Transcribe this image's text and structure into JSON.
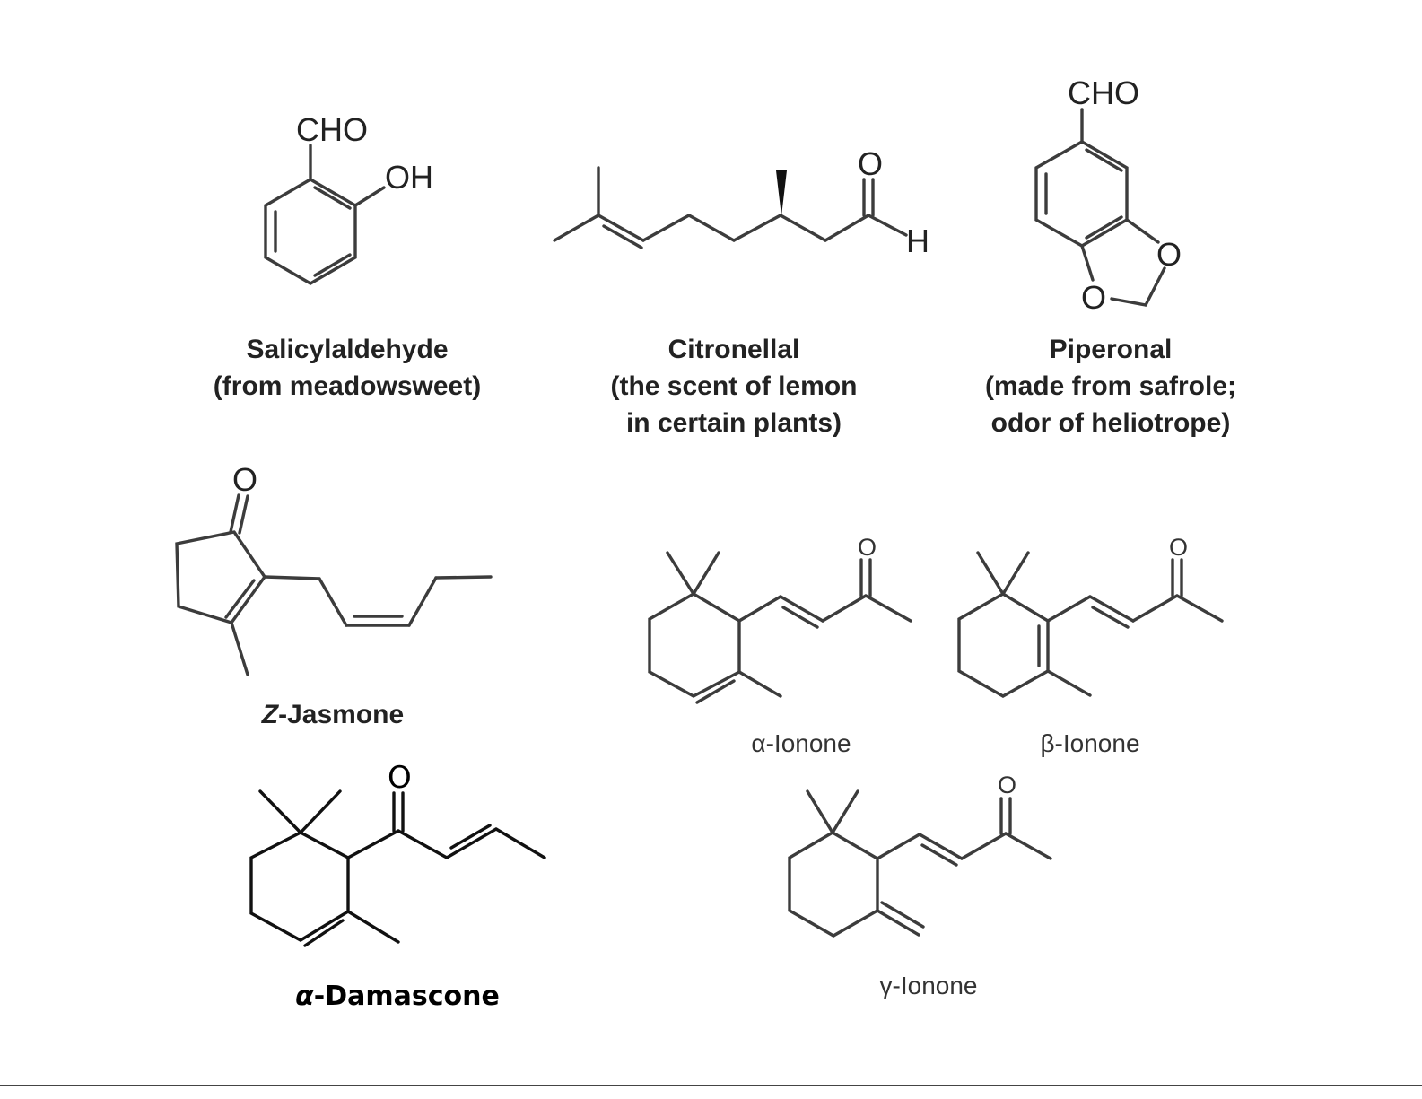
{
  "atoms": {
    "cho": "CHO",
    "oh": "OH",
    "o": "O",
    "h": "H"
  },
  "captions": {
    "salicylaldehyde": {
      "line1": "Salicylaldehyde",
      "line2": "(from meadowsweet)"
    },
    "citronellal": {
      "line1": "Citronellal",
      "line2": "(the scent of lemon",
      "line3": "in certain plants)"
    },
    "piperonal": {
      "line1": "Piperonal",
      "line2": "(made from safrole;",
      "line3": "odor of heliotrope)"
    },
    "z_jasmone": {
      "prefix": "Z",
      "rest": "-Jasmone"
    },
    "alpha_ionone": "α-Ionone",
    "beta_ionone": "β-Ionone",
    "gamma_ionone": "γ-Ionone",
    "alpha_damascone": {
      "prefix": "α",
      "rest": "-Damascone"
    }
  },
  "colors": {
    "bond": "#3c3c3c",
    "text": "#222222",
    "background": "#ffffff"
  }
}
